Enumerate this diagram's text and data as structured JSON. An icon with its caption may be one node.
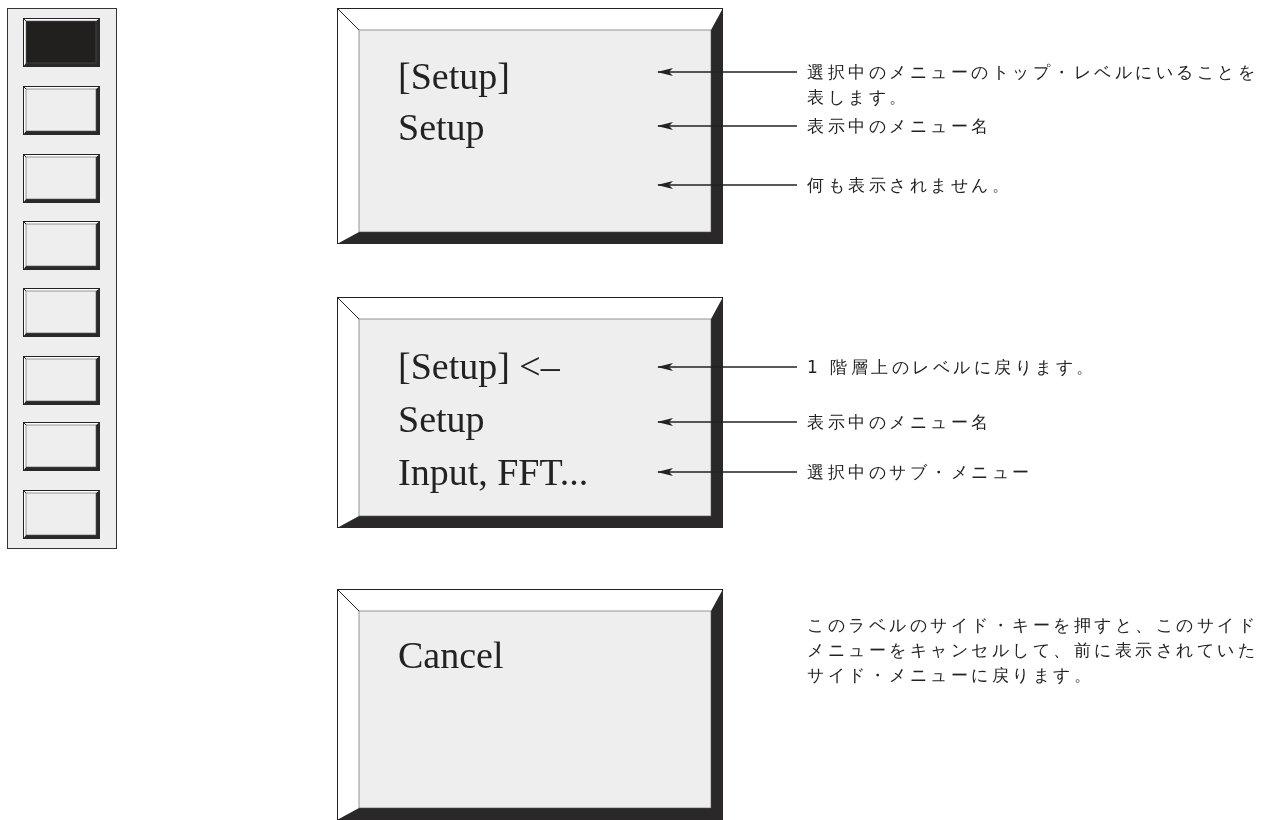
{
  "diagram": {
    "nodes": [
      {
        "text": [],
        "shape": "box"
      },
      {
        "text": [],
        "shape": "box",
        "in": 0
      },
      {
        "text": [],
        "shape": "box",
        "in": 0
      },
      {
        "text": [],
        "shape": "box",
        "in": 0
      },
      {
        "text": [],
        "shape": "box",
        "in": 0
      },
      {
        "text": [],
        "shape": "box",
        "in": 0
      },
      {
        "text": [],
        "shape": "box",
        "in": 0
      },
      {
        "text": [],
        "shape": "box",
        "in": 0
      },
      {
        "text": [],
        "shape": "box",
        "in": 0
      },
      {
        "text": [
          "[Setup]",
          "Setup"
        ]
      },
      {
        "text": [
          "[Setup] <–",
          "Setup",
          "Input, FFT..."
        ]
      },
      {
        "text": [
          "Cancel"
        ]
      },
      {
        "text": [
          "選択中のメニューのトップ・レベルにいることを表します。"
        ]
      },
      {
        "text": [
          "表示中のメニュー名"
        ]
      },
      {
        "text": [
          "何も表示されません。"
        ]
      },
      {
        "text": [
          "1 階層上のレベルに戻ります。"
        ]
      },
      {
        "text": [
          "表示中のメニュー名"
        ]
      },
      {
        "text": [
          "選択中のサブ・メニュー"
        ]
      }
    ],
    "edges": [
      {
        "from": 12,
        "to": 9,
        "arrow": "to"
      },
      {
        "from": 13,
        "to": 9,
        "arrow": "to"
      },
      {
        "from": 14,
        "to": 9,
        "arrow": "to"
      },
      {
        "from": 15,
        "to": 10,
        "arrow": "to"
      },
      {
        "from": 16,
        "to": 10,
        "arrow": "to"
      },
      {
        "from": 17,
        "to": 10,
        "arrow": "to"
      }
    ],
    "labels": [
      "このラベルのサイド・キーを押すと、このサイドメニューをキャンセルして、前に表示されていたサイド・メニューに戻ります。"
    ]
  }
}
